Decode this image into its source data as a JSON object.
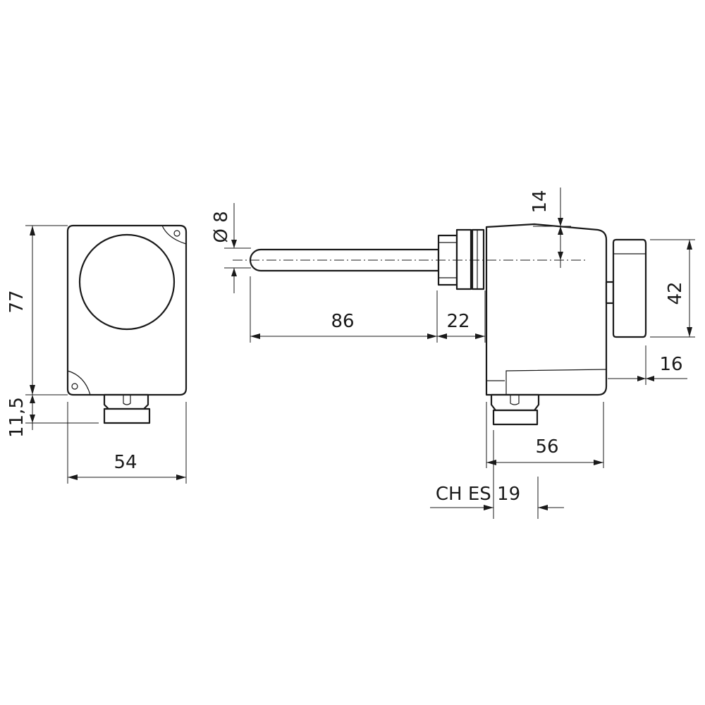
{
  "dimensions": {
    "height_77": "77",
    "connector_11_5": "11,5",
    "width_54": "54",
    "diameter_8": "Ø 8",
    "probe_86": "86",
    "thread_22": "22",
    "offset_14": "14",
    "knob_42": "42",
    "knob_16": "16",
    "depth_56": "56",
    "wrench_ch_es_19": "CH ES 19"
  }
}
